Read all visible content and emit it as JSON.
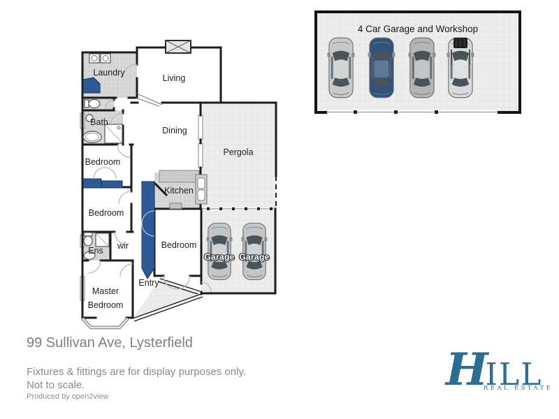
{
  "floorplan": {
    "rooms": {
      "laundry": "Laundry",
      "living": "Living",
      "bath": "Bath",
      "dining": "Dining",
      "pergola": "Pergola",
      "bedroom1": "Bedroom",
      "kitchen": "Kitchen",
      "bedroom2": "Bedroom",
      "ens": "Ens",
      "wir": "wir",
      "bedroom3": "Bedroom",
      "master_line1": "Master",
      "master_line2": "Bedroom",
      "entry": "Entry",
      "garage_bay1": "Garage",
      "garage_bay2": "Garage"
    },
    "wardrobe_blue": "#2d5a96",
    "car_color": "#c3c5c7"
  },
  "workshop": {
    "title": "4 Car Garage and Workshop",
    "cars": [
      {
        "name": "silver-sedan-top-view",
        "color": "#c7c9ca"
      },
      {
        "name": "blue-sedan-top-view",
        "color": "#30537d"
      },
      {
        "name": "grey-sedan-top-view",
        "color": "#b3b5b7"
      },
      {
        "name": "white-wagon-roofbox-top-view",
        "color": "#d8d9da"
      }
    ]
  },
  "footer": {
    "address": "99 Sullivan Ave, Lysterfield",
    "disclaimer_line1": "Fixtures & fittings are for display purposes only.",
    "disclaimer_line2": "Not to scale.",
    "produced_by": "Produced by open2view"
  },
  "logo": {
    "h": "H",
    "rest": "ILL",
    "subtitle": "REAL ESTATE",
    "color": "#2c6d92"
  }
}
